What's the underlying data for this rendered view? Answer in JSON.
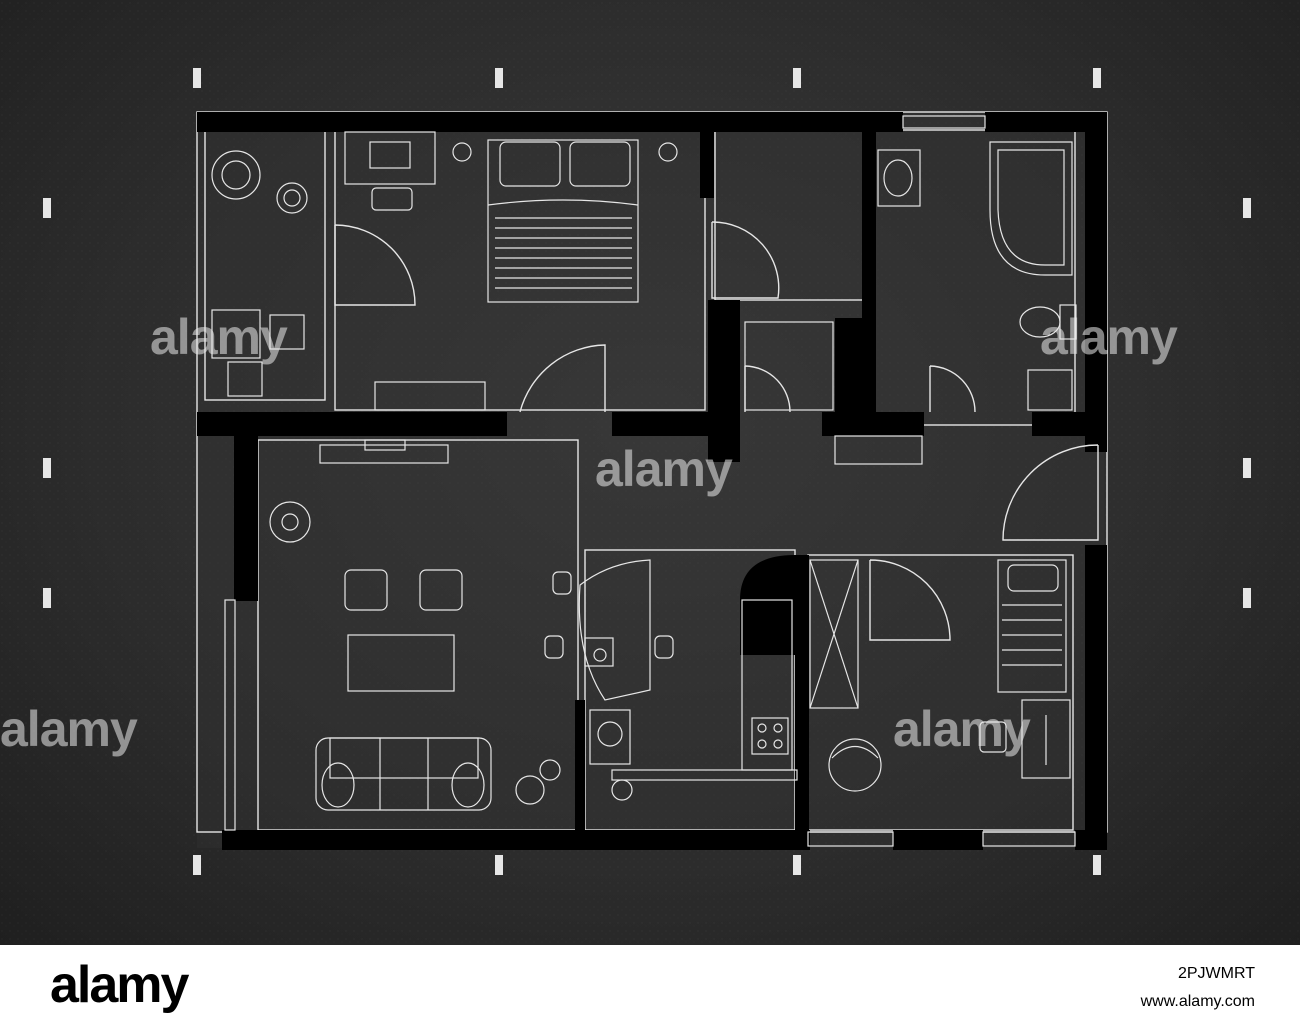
{
  "watermark": {
    "text": "alamy"
  },
  "footer": {
    "logo": "alamy",
    "image_id": "2PJWMRT",
    "url": "www.alamy.com"
  },
  "colors": {
    "board": "#2e2e2e",
    "wall": "#000000",
    "line": "#e6e6e6",
    "footer_bg": "#ffffff"
  },
  "icons": [
    "plant-icon",
    "laptop-icon",
    "desk-chair-icon",
    "double-bed-icon",
    "bedside-lamp-icon",
    "washbasin-icon",
    "bathtub-icon",
    "toilet-icon",
    "sofa-icon",
    "dining-table-icon",
    "stool-icon",
    "stove-icon",
    "sink-icon",
    "single-bed-icon",
    "armchair-icon",
    "monitor-icon",
    "door-swing-icon"
  ]
}
